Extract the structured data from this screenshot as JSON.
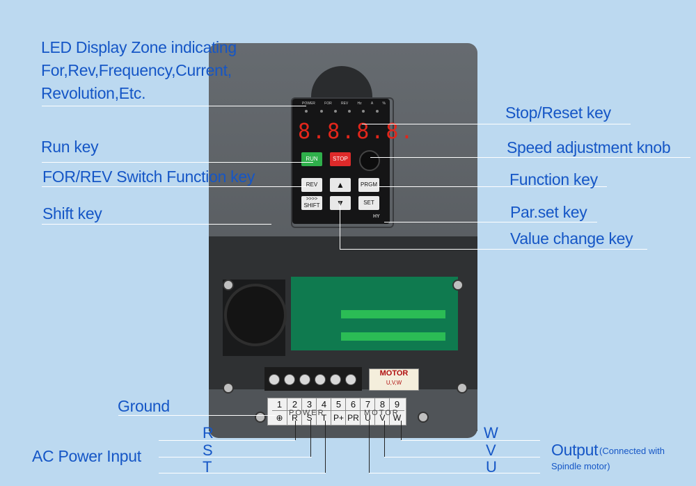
{
  "labels": {
    "led_zone_1": "LED Display Zone indicating",
    "led_zone_2": "For,Rev,Frequency,Current,",
    "led_zone_3": "Revolution,Etc.",
    "stop_reset": "Stop/Reset key",
    "run": "Run key",
    "speed_knob": "Speed adjustment knob",
    "for_rev": "FOR/REV Switch Function key",
    "function": "Function key",
    "shift": "Shift key",
    "par_set": "Par.set key",
    "value_change": "Value change key",
    "ground": "Ground",
    "ac_power": "AC Power Input",
    "output": "Output",
    "output_note_1": "(Connected with",
    "output_note_2": "Spindle motor)",
    "r": "R",
    "s": "S",
    "t": "T",
    "w": "W",
    "v": "V",
    "u": "U"
  },
  "panel": {
    "led_names": [
      "POWER",
      "FOR",
      "REV",
      "Hz",
      "A",
      "%"
    ],
    "display": "8.8.8.8.",
    "run": "RUN",
    "stop": "STOP",
    "rev": "REV",
    "up": "▲",
    "prgm": "PRGM",
    "shift_top": ">>>>",
    "shift": "SHIFT",
    "down": "▼",
    "set": "SET",
    "hy": "HY"
  },
  "terminal": {
    "numbers": [
      "1",
      "2",
      "3",
      "4",
      "5",
      "6",
      "7",
      "8",
      "9"
    ],
    "symbols": [
      "⊕",
      "R",
      "S",
      "T",
      "P+",
      "PR",
      "U",
      "V",
      "W"
    ],
    "group_power": "POWER",
    "group_motor": "MOTOR"
  },
  "motor_tag": {
    "title": "MOTOR",
    "sub": "U,V,W"
  }
}
